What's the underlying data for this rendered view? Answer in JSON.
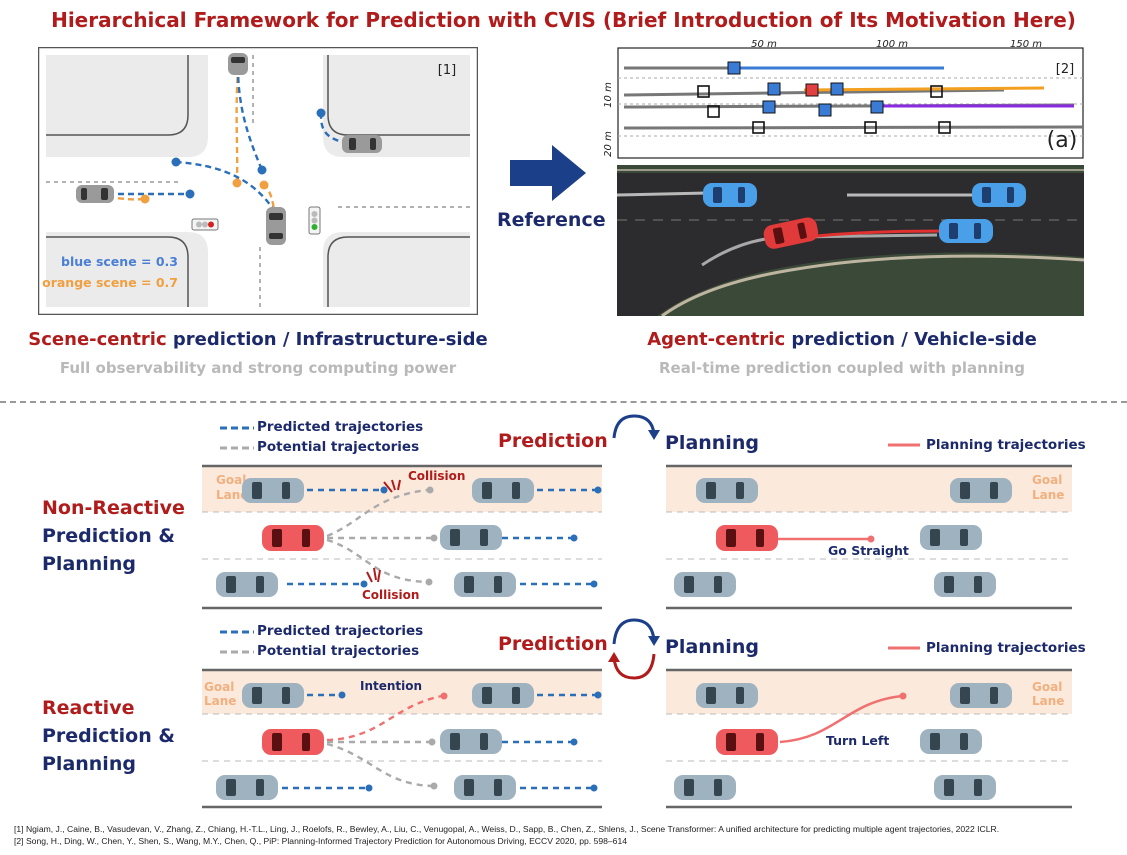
{
  "title": "Hierarchical Framework for Prediction with CVIS (Brief Introduction of Its Motivation Here)",
  "left_panel": {
    "ref": "[1]",
    "blue_scene": "blue scene = 0.3",
    "orange_scene": "orange scene = 0.7",
    "caption_red": "Scene-centric",
    "caption_rest": " prediction / Infrastructure-side",
    "subcaption": "Full observability and strong computing power"
  },
  "middle": {
    "reference": "Reference"
  },
  "right_panel": {
    "ref": "[2]",
    "axis_ticks": [
      "50 m",
      "100 m",
      "150 m"
    ],
    "y_ticks": [
      "10 m",
      "20 m"
    ],
    "plot_label": "(a)",
    "caption_red": "Agent-centric",
    "caption_rest": " prediction / Vehicle-side",
    "subcaption": "Real-time prediction coupled with planning"
  },
  "section1": {
    "label_red": "Non-Reactive",
    "label_line2": "Prediction &",
    "label_line3": "Planning",
    "legend_predicted": "Predicted trajectories",
    "legend_potential": "Potential trajectories",
    "prediction": "Prediction",
    "planning": "Planning",
    "legend_planning": "Planning trajectories",
    "goal_lane": [
      "Goal",
      "Lane"
    ],
    "collision": "Collision",
    "go_straight": "Go Straight"
  },
  "section2": {
    "label_red": "Reactive",
    "label_line2": "Prediction &",
    "label_line3": "Planning",
    "legend_predicted": "Predicted trajectories",
    "legend_potential": "Potential trajectories",
    "prediction": "Prediction",
    "planning": "Planning",
    "legend_planning": "Planning trajectories",
    "goal_lane": [
      "Goal",
      "Lane"
    ],
    "intention": "Intention",
    "turn_left": "Turn Left"
  },
  "references": [
    "[1] Ngiam, J., Caine, B., Vasudevan, V., Zhang, Z., Chiang, H.-T.L., Ling, J., Roelofs, R., Bewley, A., Liu, C., Venugopal, A., Weiss, D., Sapp, B., Chen, Z., Shlens, J., Scene Transformer: A unified architecture for predicting multiple agent trajectories, 2022 ICLR.",
    "[2] Song, H., Ding, W., Chen, Y., Shen, S., Wang, M.Y., Chen, Q., PiP: Planning-Informed Trajectory Prediction for Autonomous Driving, ECCV 2020, pp. 598–614"
  ],
  "colors": {
    "red": "#b01c1c",
    "navy": "#1c2a6b",
    "blue_traj": "#2a6fb8",
    "orange_traj": "#f0a040",
    "goal_lane": "#fbe9dc",
    "plan_red": "#f07070"
  }
}
